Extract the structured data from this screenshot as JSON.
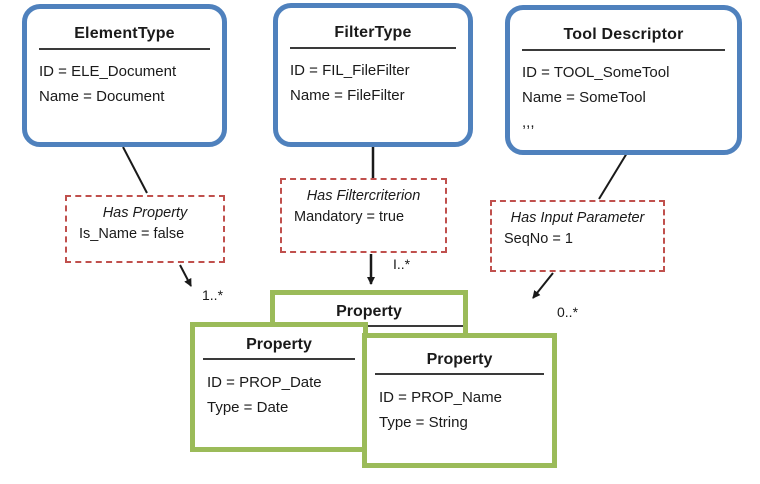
{
  "diagram": {
    "entities": [
      {
        "title": "ElementType",
        "lines": [
          "ID = ELE_Document",
          "Name = Document"
        ]
      },
      {
        "title": "FilterType",
        "lines": [
          "ID = FIL_FileFilter",
          "Name = FileFilter"
        ]
      },
      {
        "title": "Tool Descriptor",
        "lines": [
          "ID = TOOL_SomeTool",
          "Name = SomeTool",
          ",,,"
        ]
      }
    ],
    "relations": [
      {
        "title": "Has Property",
        "attribute": "Is_Name = false",
        "multiplicity": "1..*"
      },
      {
        "title": "Has Filtercriterion",
        "attribute": "Mandatory = true",
        "multiplicity": "I..*"
      },
      {
        "title": "Has Input Parameter",
        "attribute": "SeqNo = 1",
        "multiplicity": "0..*"
      }
    ],
    "properties": [
      {
        "title": "Property",
        "lines": []
      },
      {
        "title": "Property",
        "lines": [
          "ID = PROP_Date",
          "Type = Date"
        ]
      },
      {
        "title": "Property",
        "lines": [
          "ID = PROP_Name",
          "Type = String"
        ]
      }
    ],
    "colors": {
      "entity_border": "#4F81BD",
      "relation_border": "#C0504D",
      "property_border": "#9BBB59",
      "line": "#1a1a1a"
    }
  }
}
